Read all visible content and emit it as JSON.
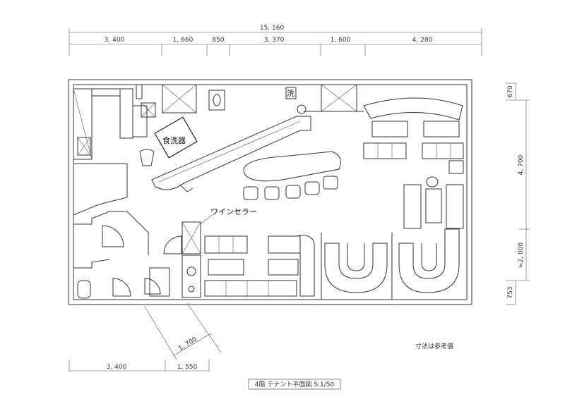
{
  "title": "4階 テナント平面図 S:1/50",
  "note": "寸法は参考値",
  "dimensions": {
    "top_total": "15, 160",
    "top": [
      "3, 400",
      "1, 660",
      "850",
      "3, 370",
      "1, 600",
      "4, 280"
    ],
    "right": [
      "670",
      "4, 700",
      "≒2, 000",
      "753"
    ],
    "bottom": [
      "3, 400",
      "1, 550"
    ],
    "diagonal": "1, 700"
  },
  "labels": {
    "washer": "洗",
    "dishwasher": "食洗器",
    "wine_cellar": "ワインセラー"
  }
}
